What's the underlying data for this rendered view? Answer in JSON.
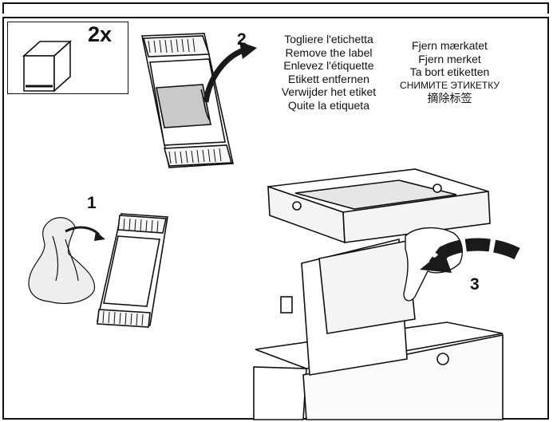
{
  "quantity_label": "2x",
  "steps": {
    "one": "1",
    "two": "2",
    "three": "3"
  },
  "remove_label_text_col1": [
    "Togliere l'etichetta",
    "Remove the label",
    "Enlevez l'étiquette",
    "Etikett entfernen",
    "Verwijder het etiket",
    "Quite la etiqueta"
  ],
  "remove_label_text_col2": [
    "Fjern mærkatet",
    "Fjern merket",
    "Ta bort etiketten",
    "СНИМИТЕ ЭТИКЕТКУ",
    "摘除标签"
  ],
  "colors": {
    "line": "#111111",
    "label_fill": "#c9c9c9",
    "bag_fill": "#eeeeee",
    "arrow": "#1a1a1a"
  }
}
